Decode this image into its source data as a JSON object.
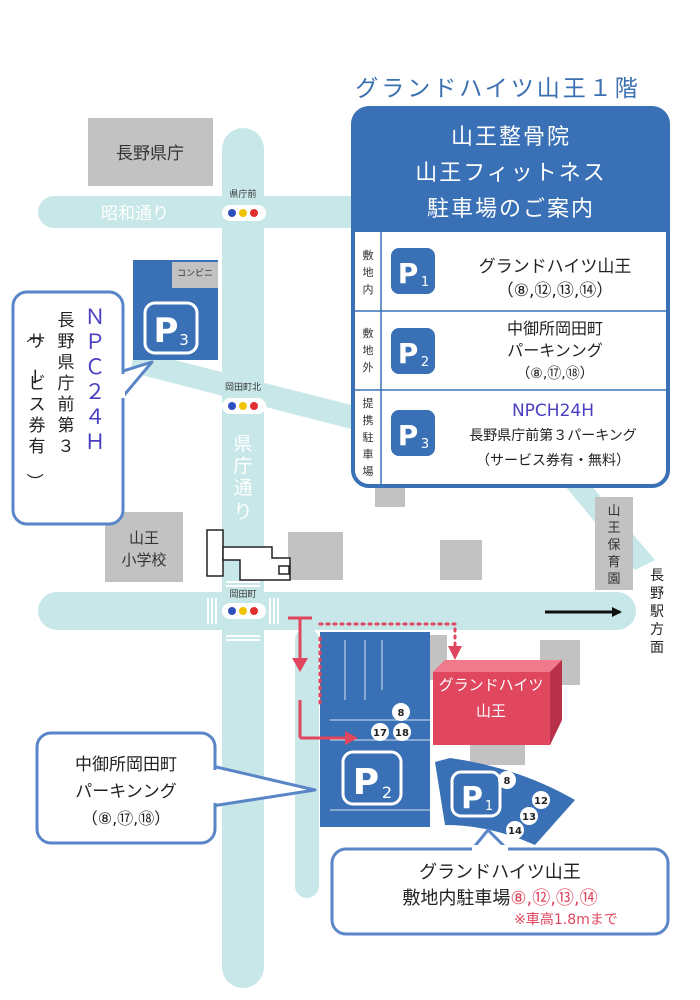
{
  "header": {
    "title": "グランドハイツ山王１階"
  },
  "info_panel": {
    "title_lines": [
      "山王整骨院",
      "山王フィットネス",
      "駐車場のご案内"
    ],
    "rows": [
      {
        "category": [
          "敷",
          "地",
          "内"
        ],
        "badge_main": "P",
        "badge_sub": "1",
        "name_lines": [
          "グランドハイツ山王",
          "（⑧,⑫,⑬,⑭）"
        ]
      },
      {
        "category": [
          "敷",
          "地",
          "外"
        ],
        "badge_main": "P",
        "badge_sub": "2",
        "name_lines": [
          "中御所岡田町",
          "パーキンング",
          "（⑧,⑰,⑱）"
        ]
      },
      {
        "category": [
          "提",
          "携",
          "駐",
          "車",
          "場"
        ],
        "badge_main": "P",
        "badge_sub": "3",
        "name_lines": [
          "NPCH24H",
          "長野県庁前第３パーキング",
          "（サービス券有・無料）"
        ]
      }
    ]
  },
  "map": {
    "buildings": {
      "prefectural_office": "長野県庁",
      "convenience_store": "コンビニ",
      "elementary_school": [
        "山王",
        "小学校"
      ],
      "nursery": [
        "山",
        "王",
        "保",
        "育",
        "園"
      ],
      "grand_heights": [
        "グランドハイツ",
        "山王"
      ]
    },
    "roads": {
      "showa_dori": "昭和通り",
      "kencho_dori": [
        "県",
        "庁",
        "通",
        "り"
      ]
    },
    "signals": {
      "kenchomae": "県庁前",
      "okadamachi_kita": "岡田町北",
      "okadamachi": "岡田町"
    },
    "direction": [
      "長",
      "野",
      "駅",
      "方",
      "面"
    ],
    "parking": {
      "p1": {
        "main": "P",
        "sub": "1",
        "spaces": [
          "8",
          "12",
          "13",
          "14"
        ]
      },
      "p2": {
        "main": "P",
        "sub": "2",
        "spaces": [
          "8",
          "17",
          "18"
        ]
      },
      "p3": {
        "main": "P",
        "sub": "3"
      }
    },
    "colors": {
      "road": "#c8e7e8",
      "block_blue": "#3a70b5",
      "building_gray": "#c2c2c2",
      "accent_red": "#e0465e",
      "callout_border": "#5a86c8",
      "npc_text": "#4a3fc0"
    }
  },
  "callouts": {
    "npc": {
      "lines": [
        "ＮＰＣ２４Ｈ",
        "長野県庁前第３",
        "（サービス券有）"
      ]
    },
    "nakagosho": {
      "lines": [
        "中御所岡田町",
        "パーキンング",
        "（⑧,⑰,⑱）"
      ]
    },
    "grand": {
      "line1": "グランドハイツ山王",
      "line2_prefix": "敷地内駐車場",
      "line2_numbers": "⑧,⑫,⑬,⑭",
      "note": "※車高1.8mまで"
    }
  }
}
